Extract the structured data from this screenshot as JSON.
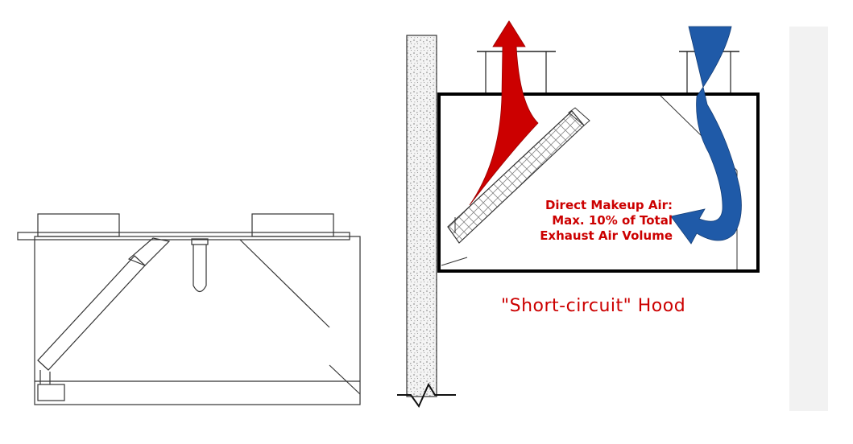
{
  "annotations": {
    "makeup_line1": "Direct Makeup Air:",
    "makeup_line2": "Max. 10% of Total",
    "makeup_line3": "Exhaust Air Volume",
    "hood_title": "\"Short-circuit\" Hood"
  },
  "colors": {
    "exhaust_arrow": "#cc0000",
    "makeup_arrow": "#1f5aa8",
    "label_text": "#cc0000",
    "line": "#333333"
  },
  "icons": [
    "exhaust-arrow",
    "makeup-air-arrow",
    "wall-break-symbol",
    "grease-cup",
    "light-fixture"
  ]
}
